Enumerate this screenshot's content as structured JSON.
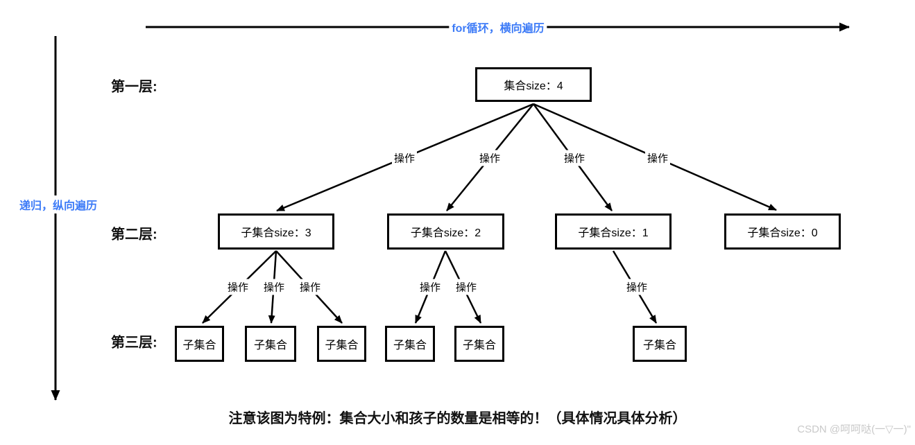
{
  "axes": {
    "horizontal_label": "for循环，横向遍历",
    "vertical_label": "递归，纵向遍历"
  },
  "row_labels": [
    "第一层:",
    "第二层:",
    "第三层:"
  ],
  "tree": {
    "root": {
      "label": "集合size：4"
    },
    "level2": [
      {
        "label": "子集合size：3"
      },
      {
        "label": "子集合size：2"
      },
      {
        "label": "子集合size：1"
      },
      {
        "label": "子集合size：0"
      }
    ],
    "level3": [
      {
        "label": "子集合"
      },
      {
        "label": "子集合"
      },
      {
        "label": "子集合"
      },
      {
        "label": "子集合"
      },
      {
        "label": "子集合"
      },
      {
        "label": "子集合"
      }
    ]
  },
  "edges": {
    "root_ops": [
      "操作",
      "操作",
      "操作",
      "操作"
    ],
    "child_ops": [
      "操作",
      "操作",
      "操作",
      "操作",
      "操作",
      "操作"
    ]
  },
  "note": "注意该图为特例：集合大小和孩子的数量是相等的！（具体情况具体分析）",
  "watermark": "CSDN @呵呵哒(一▽一)\"",
  "colors": {
    "accent_blue": "#3d7bf7",
    "line_black": "#000000",
    "watermark_gray": "#c9c9c9"
  }
}
